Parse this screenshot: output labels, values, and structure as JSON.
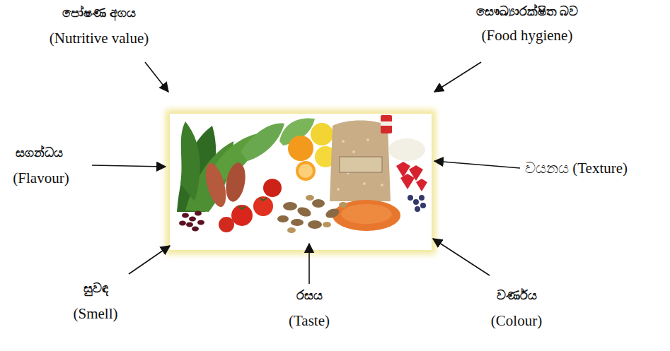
{
  "diagram": {
    "labels": [
      "පෝෂණ අගය",
      "(Nutritive value)",
      "සෞඛ්‍යාරක්ෂිත බව",
      "(Food hygiene)",
      "සගන්ධය",
      "(Flavour)",
      "වයනය (Texture)",
      "සුවඳ",
      "(Smell)",
      "රසය",
      "(Taste)",
      "වර්ණය",
      "(Colour)"
    ]
  }
}
